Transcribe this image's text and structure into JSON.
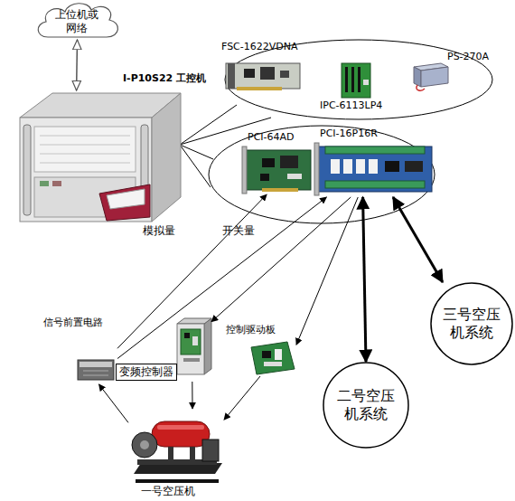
{
  "diagram": {
    "nodes": [
      {
        "text": [
          "上位机或 网络"
        ]
      },
      {
        "text": [
          "I-P10S22 工控机"
        ]
      },
      {
        "text": [
          "FSC-1622VDNA"
        ]
      },
      {
        "text": [
          "PS-270A"
        ]
      },
      {
        "text": [
          "IPC-6113LP4"
        ]
      },
      {
        "text": [
          "PCI-64AD"
        ]
      },
      {
        "text": [
          "PCI-16P16R"
        ]
      },
      {
        "text": [
          "信号前置电路"
        ]
      },
      {
        "text": [
          "变频控制器"
        ]
      },
      {
        "text": [
          "控制驱动板"
        ]
      },
      {
        "text": [
          "一号空压机"
        ]
      },
      {
        "text": [
          "二号空压 机系统"
        ]
      },
      {
        "text": [
          "三号空压 机系统"
        ]
      }
    ],
    "edges": [
      {
        "from": 0,
        "to": 1,
        "arrow": "both"
      },
      {
        "from": 7,
        "to": 5,
        "arrow": "to"
      },
      {
        "from": 7,
        "to": 6,
        "arrow": "to"
      },
      {
        "from": 6,
        "to": 8,
        "arrow": "to"
      },
      {
        "from": 6,
        "to": 9,
        "arrow": "to"
      },
      {
        "from": 8,
        "to": 10,
        "arrow": "to"
      },
      {
        "from": 9,
        "to": 10,
        "arrow": "to"
      },
      {
        "from": 10,
        "to": 7,
        "arrow": "to"
      },
      {
        "from": 6,
        "to": 11,
        "arrow": "both"
      },
      {
        "from": 6,
        "to": 12,
        "arrow": "both"
      }
    ],
    "labels": [
      "模拟量",
      "开关量"
    ]
  }
}
